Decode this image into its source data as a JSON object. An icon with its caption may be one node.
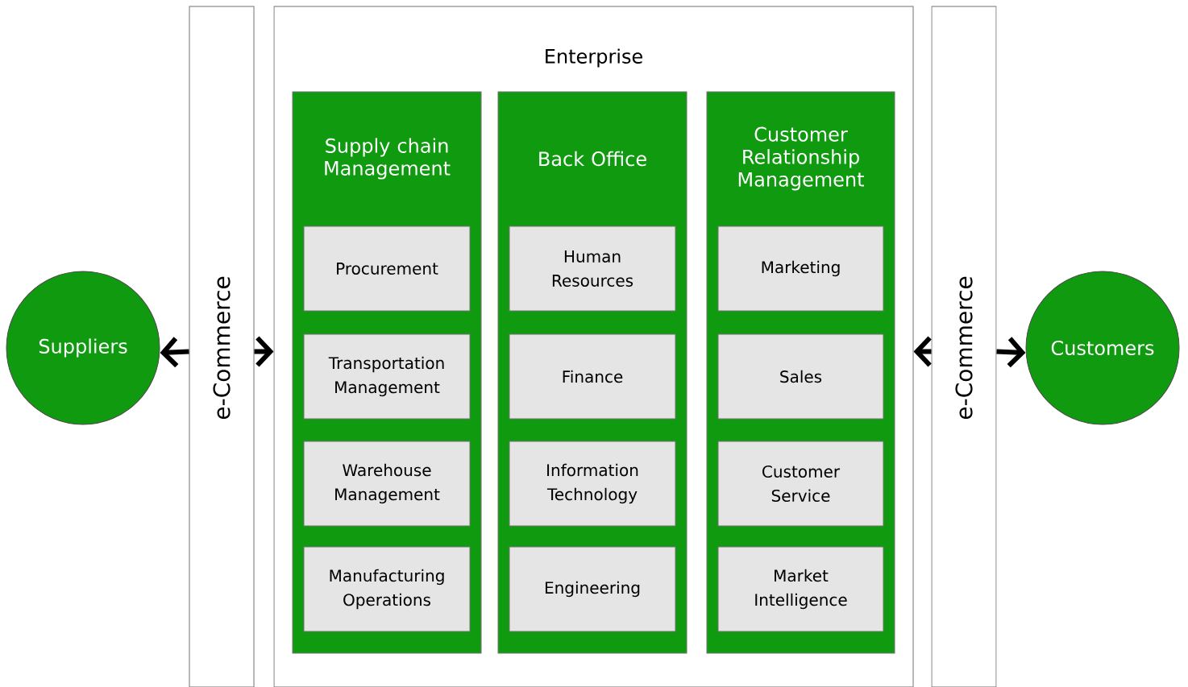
{
  "diagram": {
    "nodes": [
      {
        "text": [
          "Suppliers"
        ]
      },
      {
        "text": [
          "e-Commerce"
        ]
      },
      {
        "text": [
          "Enterprise"
        ]
      },
      {
        "text": [
          "Supply chain Management"
        ],
        "in": 2
      },
      {
        "text": [
          "Procurement"
        ],
        "in": 3
      },
      {
        "text": [
          "Transportation Management"
        ],
        "in": 3
      },
      {
        "text": [
          "Warehouse Management"
        ],
        "in": 3
      },
      {
        "text": [
          "Manufacturing Operations"
        ],
        "in": 3
      },
      {
        "text": [
          "Back Office"
        ],
        "in": 2
      },
      {
        "text": [
          "Human Resources"
        ],
        "in": 8
      },
      {
        "text": [
          "Finance"
        ],
        "in": 8
      },
      {
        "text": [
          "Information Technology"
        ],
        "in": 8
      },
      {
        "text": [
          "Engineering"
        ],
        "in": 8
      },
      {
        "text": [
          "Customer Relationship Management"
        ],
        "in": 2
      },
      {
        "text": [
          "Marketing"
        ],
        "in": 13
      },
      {
        "text": [
          "Sales"
        ],
        "in": 13
      },
      {
        "text": [
          "Customer Service"
        ],
        "in": 13
      },
      {
        "text": [
          "Market Intelligence"
        ],
        "in": 13
      },
      {
        "text": [
          "e-Commerce"
        ]
      },
      {
        "text": [
          "Customers"
        ]
      }
    ],
    "edges": [
      {
        "from": 1,
        "to": 0,
        "arrow": "to"
      },
      {
        "from": 1,
        "to": 2,
        "arrow": "to"
      },
      {
        "from": 18,
        "to": 2,
        "arrow": "to"
      },
      {
        "from": 18,
        "to": 19,
        "arrow": "to"
      }
    ]
  }
}
